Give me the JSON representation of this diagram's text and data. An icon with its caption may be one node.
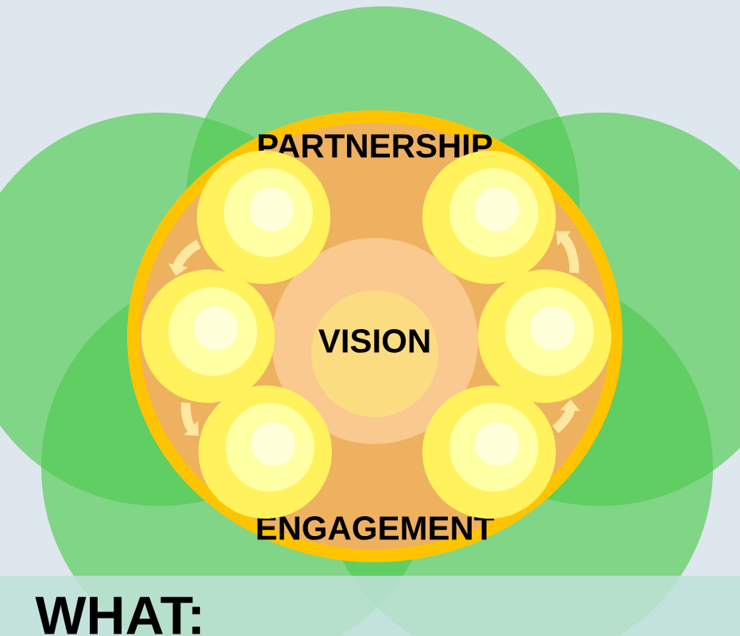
{
  "diagram": {
    "nodes": [
      {
        "text": [
          "PARTNERSHIP",
          "ENGAGEMENT"
        ]
      },
      {
        "text": [
          "VISION"
        ],
        "in": 0
      },
      {
        "text": [],
        "shape": "circle",
        "in": 0
      },
      {
        "text": [],
        "shape": "circle",
        "in": 0
      },
      {
        "text": [],
        "shape": "circle",
        "in": 0
      },
      {
        "text": [],
        "shape": "circle",
        "in": 0
      },
      {
        "text": [],
        "shape": "circle",
        "in": 0
      },
      {
        "text": [],
        "shape": "circle",
        "in": 0
      }
    ],
    "edges": [
      {
        "from": 2,
        "to": 4,
        "arrow": "to"
      },
      {
        "from": 4,
        "to": 6,
        "arrow": "to"
      },
      {
        "from": 7,
        "to": 5,
        "arrow": "to"
      },
      {
        "from": 5,
        "to": 3,
        "arrow": "to"
      }
    ],
    "labels": [
      "WHAT:"
    ]
  }
}
